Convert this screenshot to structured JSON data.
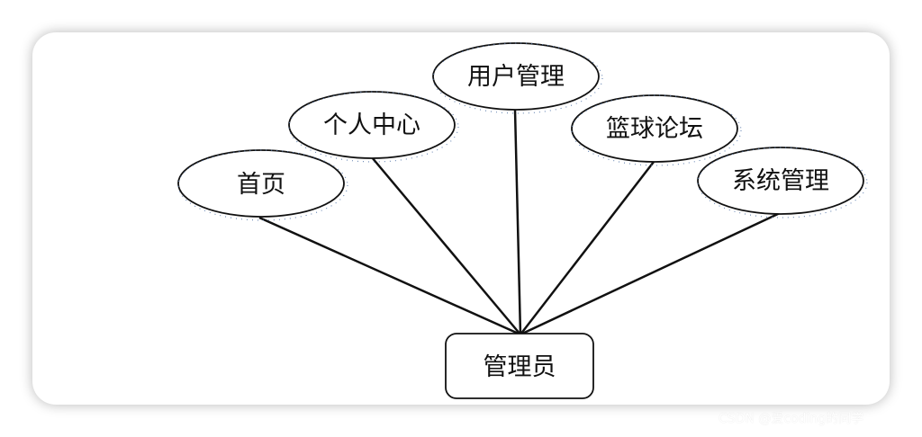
{
  "diagram": {
    "center": {
      "label": "管理员"
    },
    "nodes": [
      {
        "id": "home",
        "label": "首页"
      },
      {
        "id": "personal",
        "label": "个人中心"
      },
      {
        "id": "user-mgmt",
        "label": "用户管理"
      },
      {
        "id": "basketball-forum",
        "label": "篮球论坛"
      },
      {
        "id": "system-mgmt",
        "label": "系统管理"
      }
    ]
  },
  "watermark": "CSDN @爱coding的同学"
}
